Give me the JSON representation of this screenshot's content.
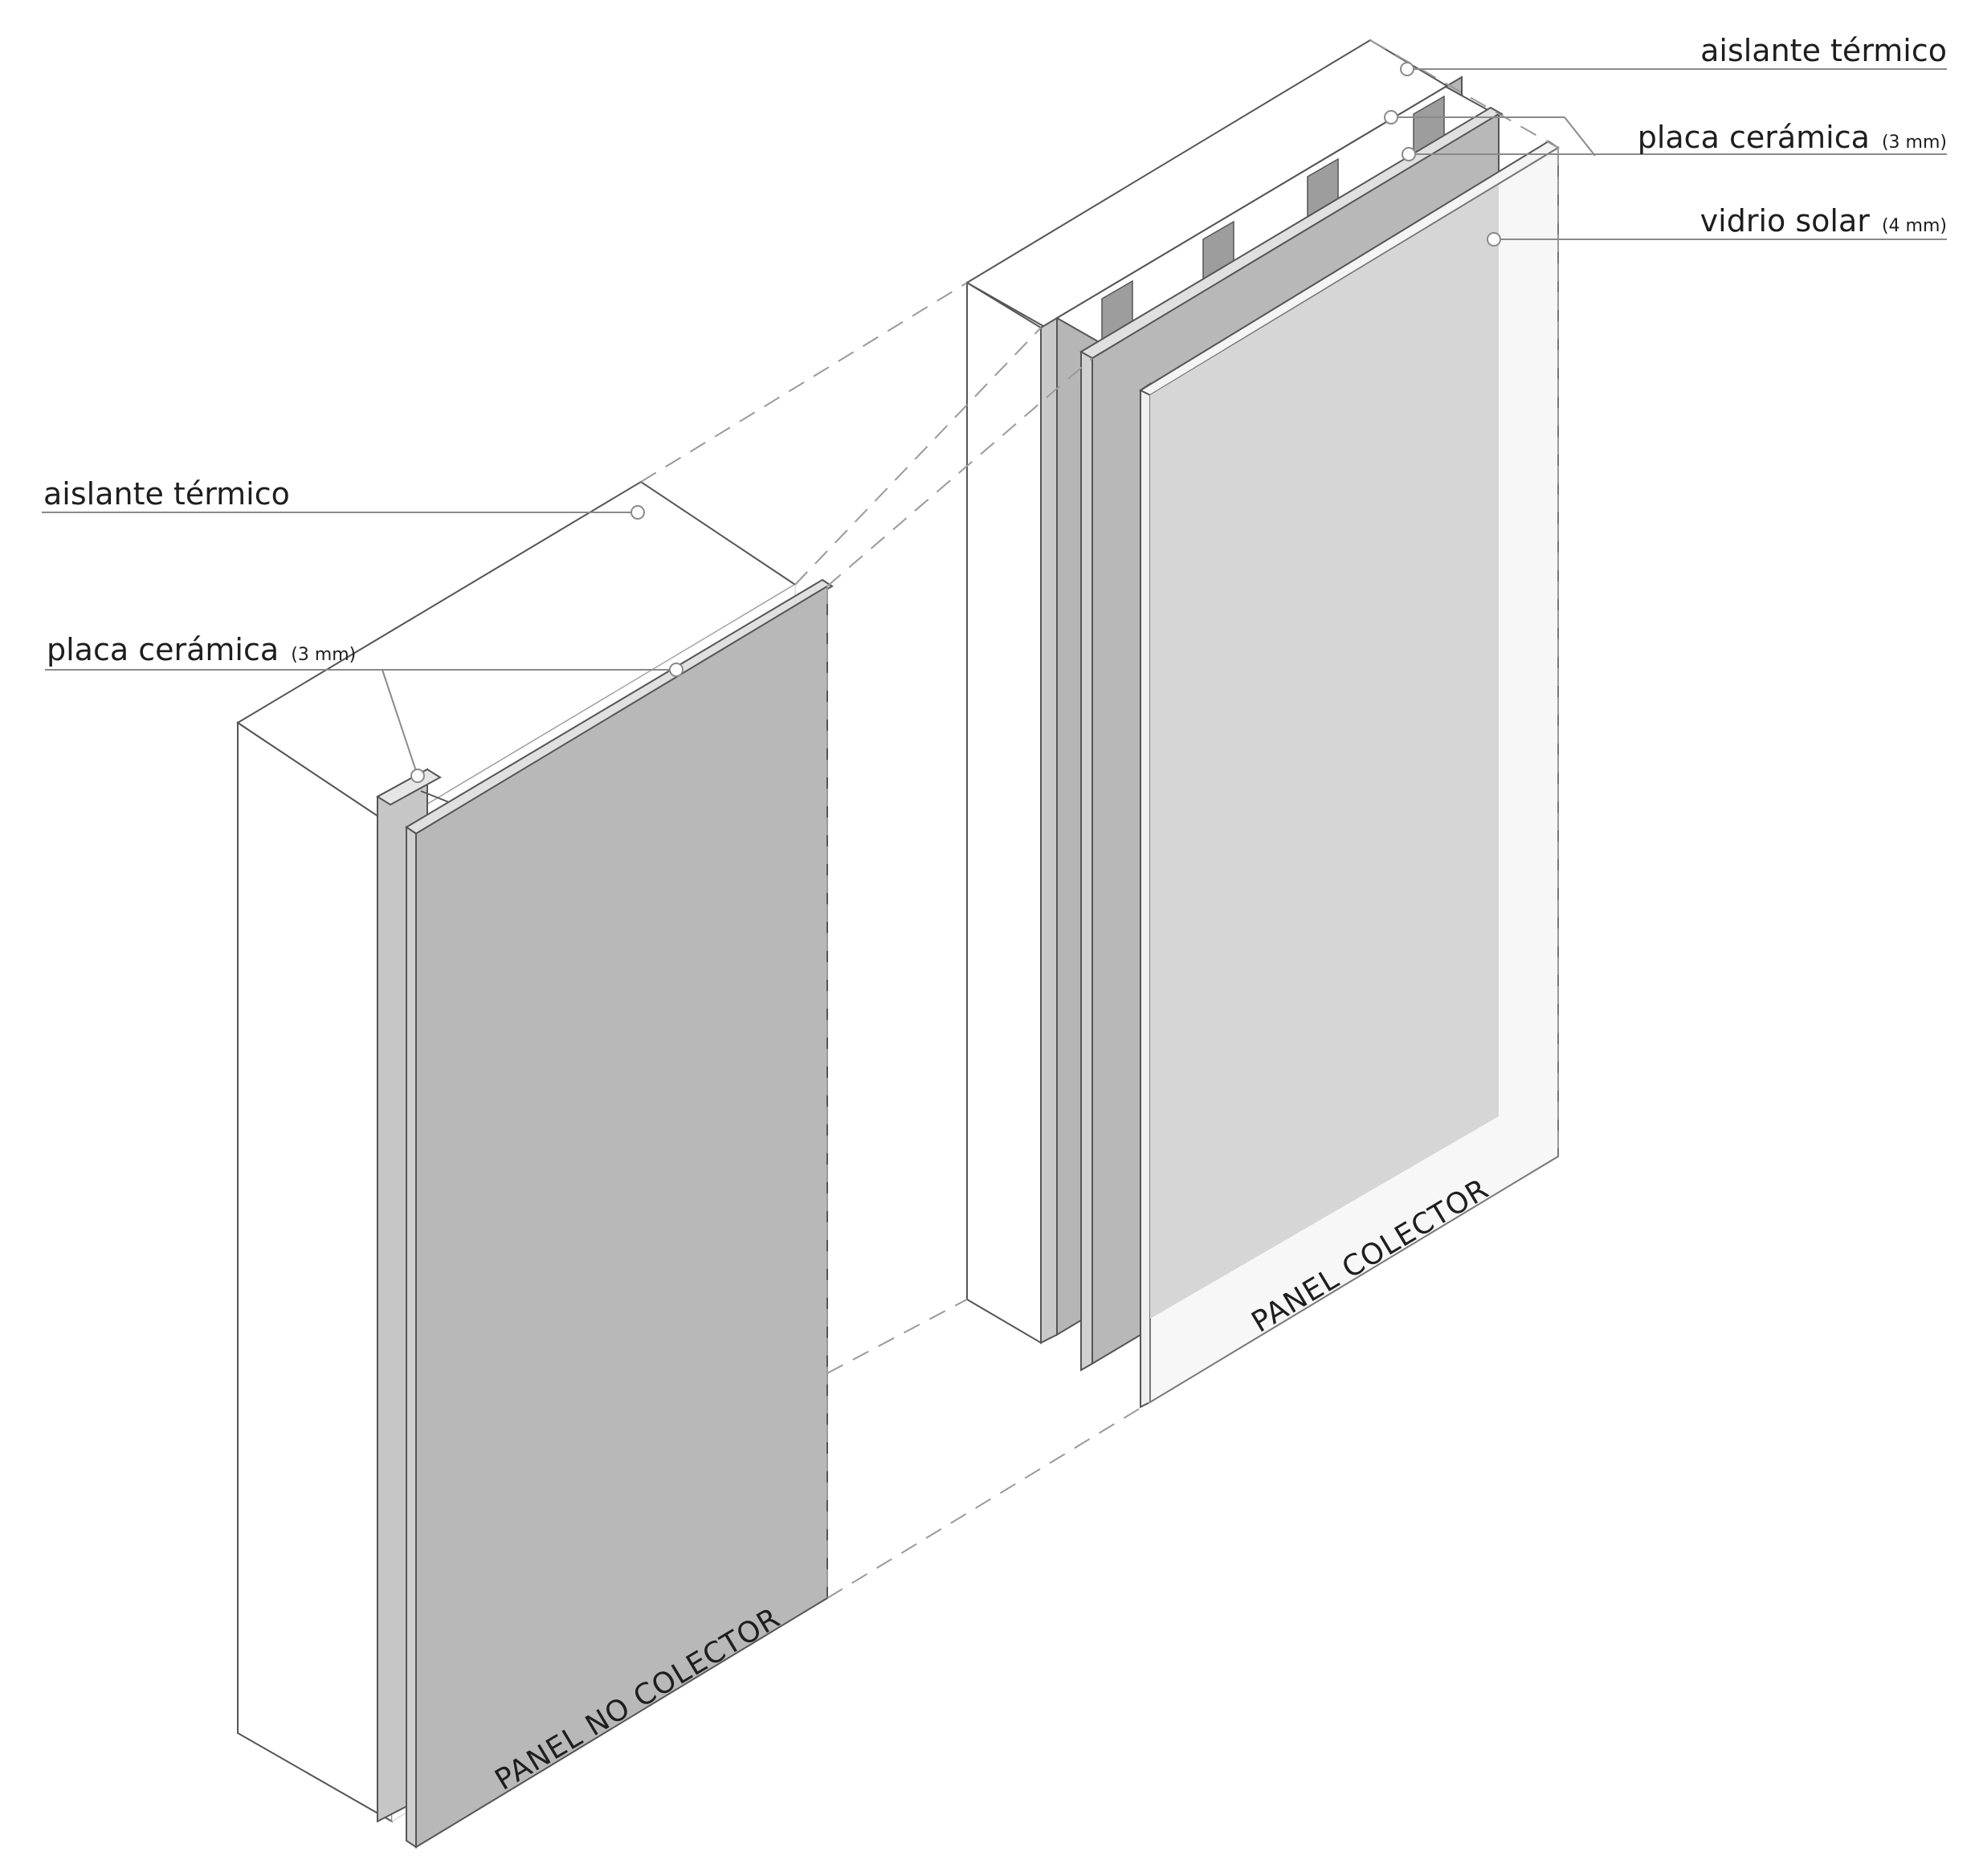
{
  "labels": {
    "left_insulation": "aislante térmico",
    "left_ceramic": "placa cerámica",
    "left_ceramic_dim": "(3 mm)",
    "right_insulation": "aislante térmico",
    "right_ceramic": "placa cerámica",
    "right_ceramic_dim": "(3 mm)",
    "right_glass": "vidrio solar",
    "right_glass_dim": "(4 mm)"
  },
  "panels": {
    "non_collector": "PANEL NO COLECTOR",
    "collector": "PANEL COLECTOR"
  },
  "colors": {
    "ceramic": "#b8b8b8",
    "ceramic_dark": "#a6a6a6",
    "glass": "#d6d6d6",
    "insulation": "#ffffff",
    "line": "#555555",
    "leader": "#8a8a8a"
  }
}
